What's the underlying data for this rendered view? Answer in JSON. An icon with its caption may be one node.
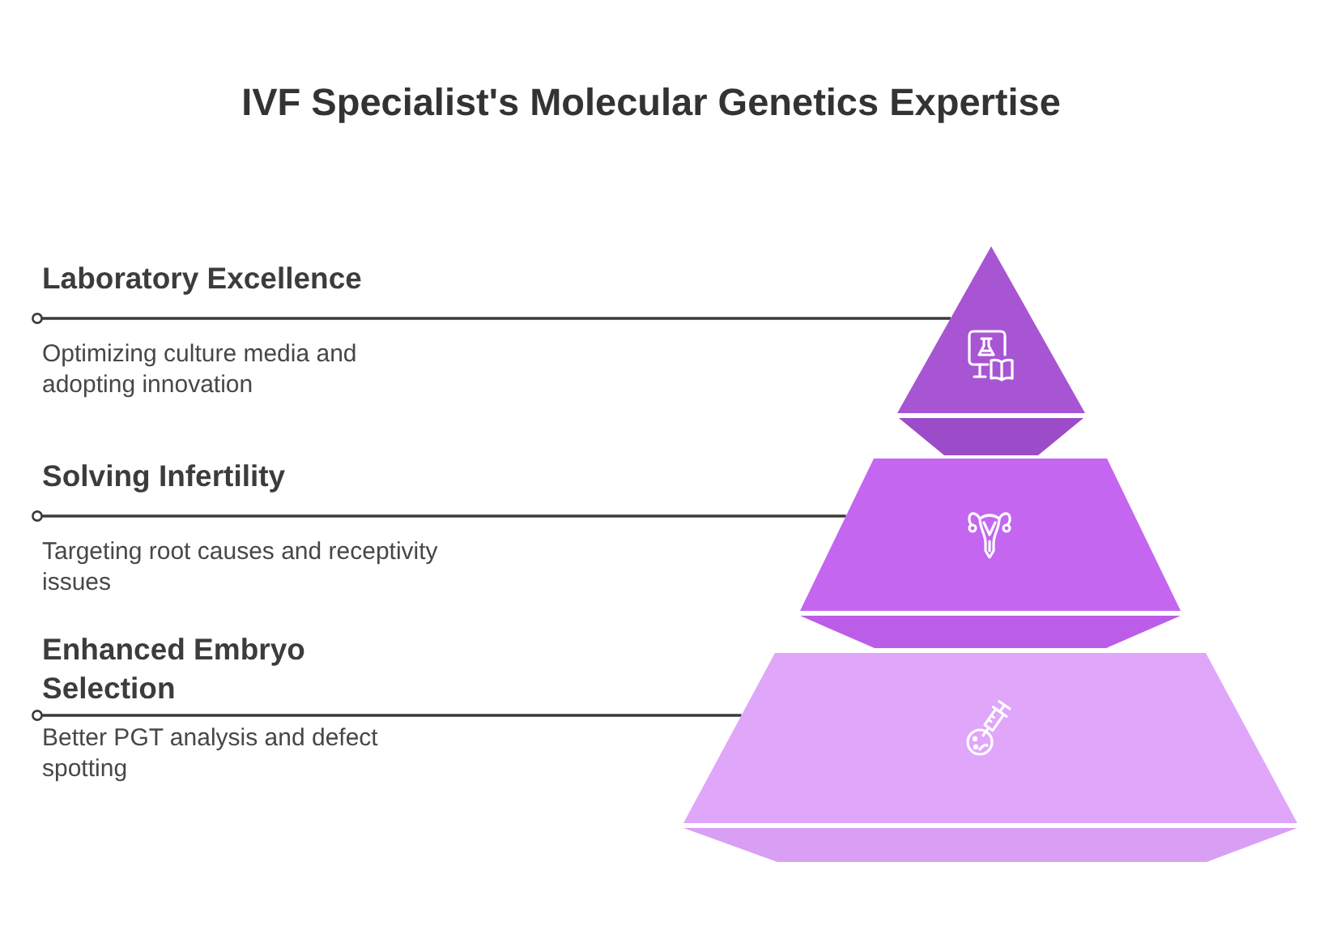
{
  "diagram": {
    "title": "IVF Specialist's Molecular Genetics Expertise",
    "nodes": [
      {
        "text": [
          "Laboratory Excellence",
          "Optimizing culture media and adopting innovation"
        ]
      },
      {
        "text": [
          "Solving Infertility",
          "Targeting root causes and receptivity issues"
        ]
      },
      {
        "text": [
          "Enhanced Embryo Selection",
          "Better PGT analysis and defect spotting"
        ]
      },
      {
        "text": [],
        "shape": "triangle"
      },
      {
        "text": [],
        "shape": "trapezoid"
      },
      {
        "text": [],
        "shape": "trapezoid"
      }
    ],
    "edges": [
      {
        "from": 0,
        "to": 3,
        "arrow": "other"
      },
      {
        "from": 1,
        "to": 4,
        "arrow": "other"
      },
      {
        "from": 2,
        "to": 5,
        "arrow": "other"
      }
    ]
  }
}
